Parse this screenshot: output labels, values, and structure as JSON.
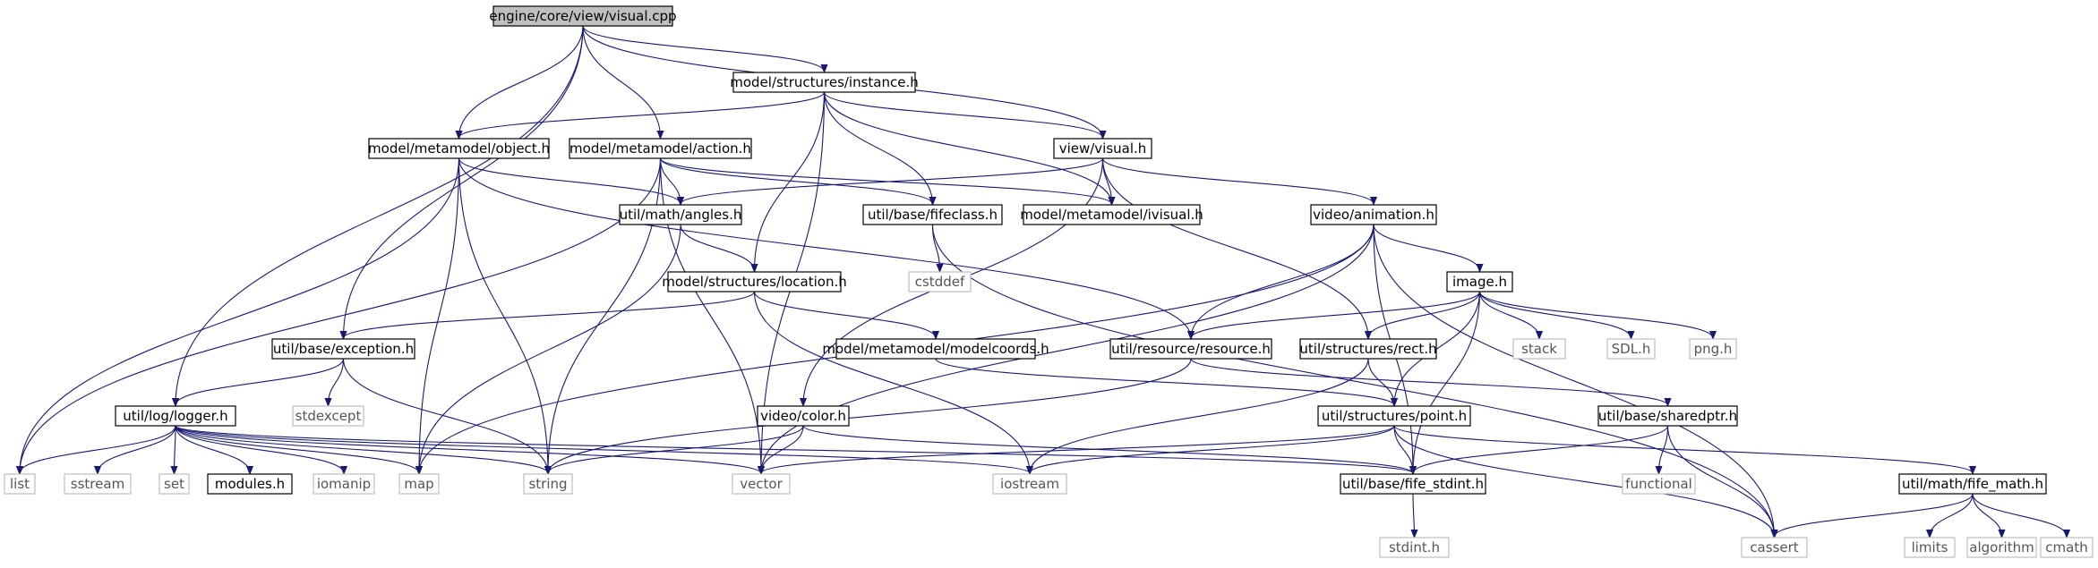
{
  "graph": {
    "title": "engine/core/view/visual.cpp",
    "colors": {
      "edge": "#191970",
      "root_fill": "#bfbfbf",
      "node_border": "#000000",
      "system_border": "#bfbfbf",
      "system_text": "#555555"
    },
    "nodes": [
      {
        "id": "root",
        "label": "engine/core/view/visual.cpp",
        "kind": "root"
      },
      {
        "id": "instance",
        "label": "model/structures/instance.h",
        "kind": "local"
      },
      {
        "id": "object",
        "label": "model/metamodel/object.h",
        "kind": "local"
      },
      {
        "id": "action",
        "label": "model/metamodel/action.h",
        "kind": "local"
      },
      {
        "id": "viewvisual",
        "label": "view/visual.h",
        "kind": "local"
      },
      {
        "id": "angles",
        "label": "util/math/angles.h",
        "kind": "local"
      },
      {
        "id": "fifeclass",
        "label": "util/base/fifeclass.h",
        "kind": "local"
      },
      {
        "id": "ivisual",
        "label": "model/metamodel/ivisual.h",
        "kind": "local"
      },
      {
        "id": "animation",
        "label": "video/animation.h",
        "kind": "local"
      },
      {
        "id": "location",
        "label": "model/structures/location.h",
        "kind": "local"
      },
      {
        "id": "cstddef",
        "label": "cstddef",
        "kind": "system"
      },
      {
        "id": "image",
        "label": "image.h",
        "kind": "local"
      },
      {
        "id": "exception",
        "label": "util/base/exception.h",
        "kind": "local"
      },
      {
        "id": "modelcoords",
        "label": "model/metamodel/modelcoords.h",
        "kind": "local"
      },
      {
        "id": "resource",
        "label": "util/resource/resource.h",
        "kind": "local"
      },
      {
        "id": "rect",
        "label": "util/structures/rect.h",
        "kind": "local"
      },
      {
        "id": "stack",
        "label": "stack",
        "kind": "system"
      },
      {
        "id": "sdl",
        "label": "SDL.h",
        "kind": "system"
      },
      {
        "id": "png",
        "label": "png.h",
        "kind": "system"
      },
      {
        "id": "stdexcept",
        "label": "stdexcept",
        "kind": "system"
      },
      {
        "id": "logger",
        "label": "util/log/logger.h",
        "kind": "local"
      },
      {
        "id": "color",
        "label": "video/color.h",
        "kind": "local"
      },
      {
        "id": "point",
        "label": "util/structures/point.h",
        "kind": "local"
      },
      {
        "id": "sharedptr",
        "label": "util/base/sharedptr.h",
        "kind": "local"
      },
      {
        "id": "list",
        "label": "list",
        "kind": "system"
      },
      {
        "id": "sstream",
        "label": "sstream",
        "kind": "system"
      },
      {
        "id": "set",
        "label": "set",
        "kind": "system"
      },
      {
        "id": "modules",
        "label": "modules.h",
        "kind": "local"
      },
      {
        "id": "iomanip",
        "label": "iomanip",
        "kind": "system"
      },
      {
        "id": "map",
        "label": "map",
        "kind": "system"
      },
      {
        "id": "string",
        "label": "string",
        "kind": "system"
      },
      {
        "id": "vector",
        "label": "vector",
        "kind": "system"
      },
      {
        "id": "iostream",
        "label": "iostream",
        "kind": "system"
      },
      {
        "id": "fifestdint",
        "label": "util/base/fife_stdint.h",
        "kind": "local"
      },
      {
        "id": "functional",
        "label": "functional",
        "kind": "system"
      },
      {
        "id": "fifemath",
        "label": "util/math/fife_math.h",
        "kind": "local"
      },
      {
        "id": "stdint",
        "label": "stdint.h",
        "kind": "system"
      },
      {
        "id": "cassert",
        "label": "cassert",
        "kind": "system"
      },
      {
        "id": "limits",
        "label": "limits",
        "kind": "system"
      },
      {
        "id": "algorithm",
        "label": "algorithm",
        "kind": "system"
      },
      {
        "id": "cmath",
        "label": "cmath",
        "kind": "system"
      }
    ],
    "edges": [
      [
        "root",
        "instance"
      ],
      [
        "root",
        "object"
      ],
      [
        "root",
        "action"
      ],
      [
        "root",
        "viewvisual"
      ],
      [
        "root",
        "exception"
      ],
      [
        "root",
        "logger"
      ],
      [
        "instance",
        "object"
      ],
      [
        "instance",
        "viewvisual"
      ],
      [
        "instance",
        "fifeclass"
      ],
      [
        "instance",
        "ivisual"
      ],
      [
        "instance",
        "location"
      ],
      [
        "instance",
        "vector"
      ],
      [
        "object",
        "angles"
      ],
      [
        "object",
        "resource"
      ],
      [
        "object",
        "list"
      ],
      [
        "object",
        "map"
      ],
      [
        "object",
        "string"
      ],
      [
        "action",
        "angles"
      ],
      [
        "action",
        "fifeclass"
      ],
      [
        "action",
        "ivisual"
      ],
      [
        "action",
        "list"
      ],
      [
        "action",
        "string"
      ],
      [
        "action",
        "vector"
      ],
      [
        "viewvisual",
        "angles"
      ],
      [
        "viewvisual",
        "ivisual"
      ],
      [
        "viewvisual",
        "animation"
      ],
      [
        "viewvisual",
        "rect"
      ],
      [
        "viewvisual",
        "color"
      ],
      [
        "angles",
        "location"
      ],
      [
        "angles",
        "map"
      ],
      [
        "fifeclass",
        "cstddef"
      ],
      [
        "fifeclass",
        "cassert"
      ],
      [
        "animation",
        "image"
      ],
      [
        "animation",
        "resource"
      ],
      [
        "animation",
        "map"
      ],
      [
        "animation",
        "vector"
      ],
      [
        "animation",
        "fifestdint"
      ],
      [
        "animation",
        "cassert"
      ],
      [
        "location",
        "exception"
      ],
      [
        "location",
        "modelcoords"
      ],
      [
        "location",
        "iostream"
      ],
      [
        "image",
        "resource"
      ],
      [
        "image",
        "rect"
      ],
      [
        "image",
        "point"
      ],
      [
        "image",
        "stack"
      ],
      [
        "image",
        "sdl"
      ],
      [
        "image",
        "png"
      ],
      [
        "image",
        "fifestdint"
      ],
      [
        "exception",
        "logger"
      ],
      [
        "exception",
        "stdexcept"
      ],
      [
        "exception",
        "string"
      ],
      [
        "modelcoords",
        "point"
      ],
      [
        "resource",
        "sharedptr"
      ],
      [
        "resource",
        "string"
      ],
      [
        "rect",
        "point"
      ],
      [
        "rect",
        "iostream"
      ],
      [
        "logger",
        "list"
      ],
      [
        "logger",
        "sstream"
      ],
      [
        "logger",
        "set"
      ],
      [
        "logger",
        "modules"
      ],
      [
        "logger",
        "iomanip"
      ],
      [
        "logger",
        "map"
      ],
      [
        "logger",
        "string"
      ],
      [
        "logger",
        "vector"
      ],
      [
        "logger",
        "iostream"
      ],
      [
        "logger",
        "fifestdint"
      ],
      [
        "color",
        "vector"
      ],
      [
        "color",
        "string"
      ],
      [
        "color",
        "fifestdint"
      ],
      [
        "point",
        "vector"
      ],
      [
        "point",
        "iostream"
      ],
      [
        "point",
        "fifestdint"
      ],
      [
        "point",
        "cassert"
      ],
      [
        "point",
        "fifemath"
      ],
      [
        "sharedptr",
        "functional"
      ],
      [
        "sharedptr",
        "cassert"
      ],
      [
        "sharedptr",
        "fifestdint"
      ],
      [
        "fifestdint",
        "stdint"
      ],
      [
        "fifemath",
        "cassert"
      ],
      [
        "fifemath",
        "limits"
      ],
      [
        "fifemath",
        "algorithm"
      ],
      [
        "fifemath",
        "cmath"
      ]
    ]
  }
}
